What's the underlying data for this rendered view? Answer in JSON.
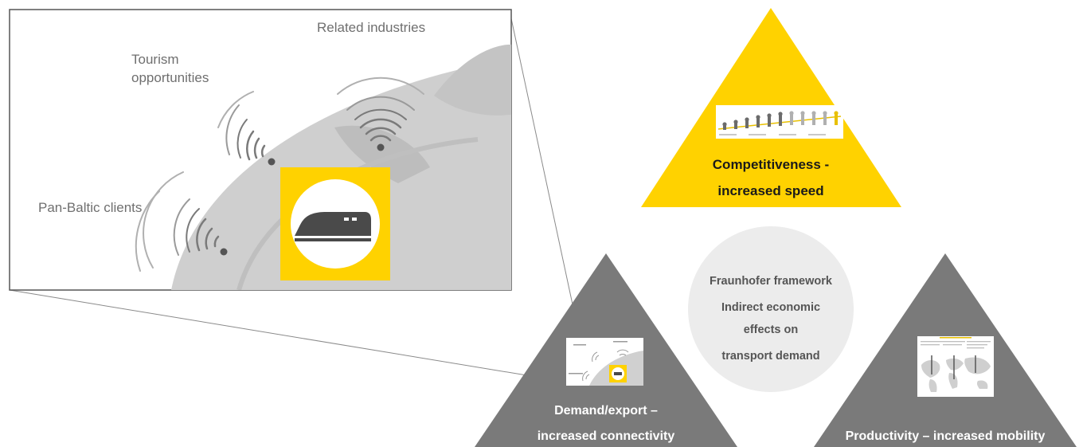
{
  "inset": {
    "labels": {
      "related_industries": "Related industries",
      "tourism_line1": "Tourism",
      "tourism_line2": "opportunities",
      "pan_baltic": "Pan-Baltic clients"
    },
    "icon": "train-icon"
  },
  "triangles": {
    "top": {
      "line1": "Competitiveness -",
      "line2": "increased speed",
      "thumbnail": "evolution-of-speed-icon"
    },
    "left": {
      "line1": "Demand/export –",
      "line2": "increased connectivity",
      "thumbnail": "connectivity-map-icon"
    },
    "right": {
      "line1": "Productivity – increased mobility",
      "thumbnail": "world-map-icon"
    }
  },
  "center": {
    "line1": "Fraunhofer framework",
    "line2": "Indirect economic",
    "line3": "effects on",
    "line4": "transport demand"
  },
  "colors": {
    "yellow": "#ffd200",
    "grey_triangle": "#7a7a7a",
    "circle": "#ececec",
    "globe": "#cfcfcf"
  }
}
